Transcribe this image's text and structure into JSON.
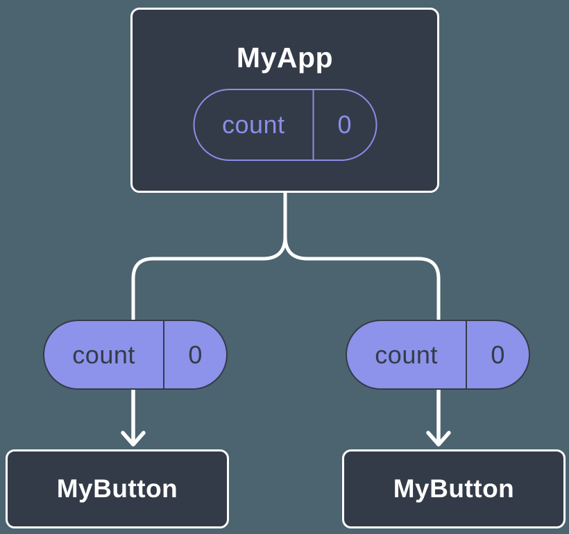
{
  "colors": {
    "background": "#4C6470",
    "box-fill": "#343B48",
    "box-border": "#FFFFFF",
    "purple-outline": "#8A8FE8",
    "purple-fill": "#8D92EA",
    "dark-text": "#343B48",
    "white-text": "#FFFFFF",
    "connector": "#FFFFFF"
  },
  "diagram": {
    "root": {
      "title": "MyApp",
      "state": {
        "label": "count",
        "value": "0"
      }
    },
    "children": [
      {
        "prop": {
          "label": "count",
          "value": "0"
        },
        "title": "MyButton"
      },
      {
        "prop": {
          "label": "count",
          "value": "0"
        },
        "title": "MyButton"
      }
    ]
  }
}
